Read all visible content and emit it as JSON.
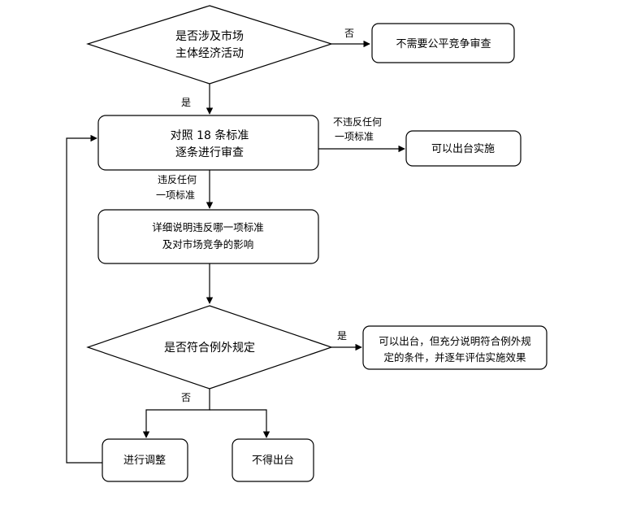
{
  "nodes": {
    "market_activity_decision": [
      "是否涉及市场",
      "主体经济活动"
    ],
    "no_review_needed": [
      "不需要公平竞争审查"
    ],
    "review_18_standards": [
      "对照 18 条标准",
      "逐条进行审查"
    ],
    "can_implement": [
      "可以出台实施"
    ],
    "explain_violation": [
      "详细说明违反哪一项标准",
      "及对市场竞争的影响"
    ],
    "exception_decision": [
      "是否符合例外规定"
    ],
    "conditional_implement": [
      "可以出台，但充分说明符合例外规",
      "定的条件，并逐年评估实施效果"
    ],
    "adjust": [
      "进行调整"
    ],
    "not_implement": [
      "不得出台"
    ]
  },
  "edge_labels": {
    "no_1": "否",
    "yes_1": "是",
    "not_violate": [
      "不违反任何",
      "一项标准"
    ],
    "violate": [
      "违反任何",
      "一项标准"
    ],
    "yes_2": "是",
    "no_2": "否"
  }
}
